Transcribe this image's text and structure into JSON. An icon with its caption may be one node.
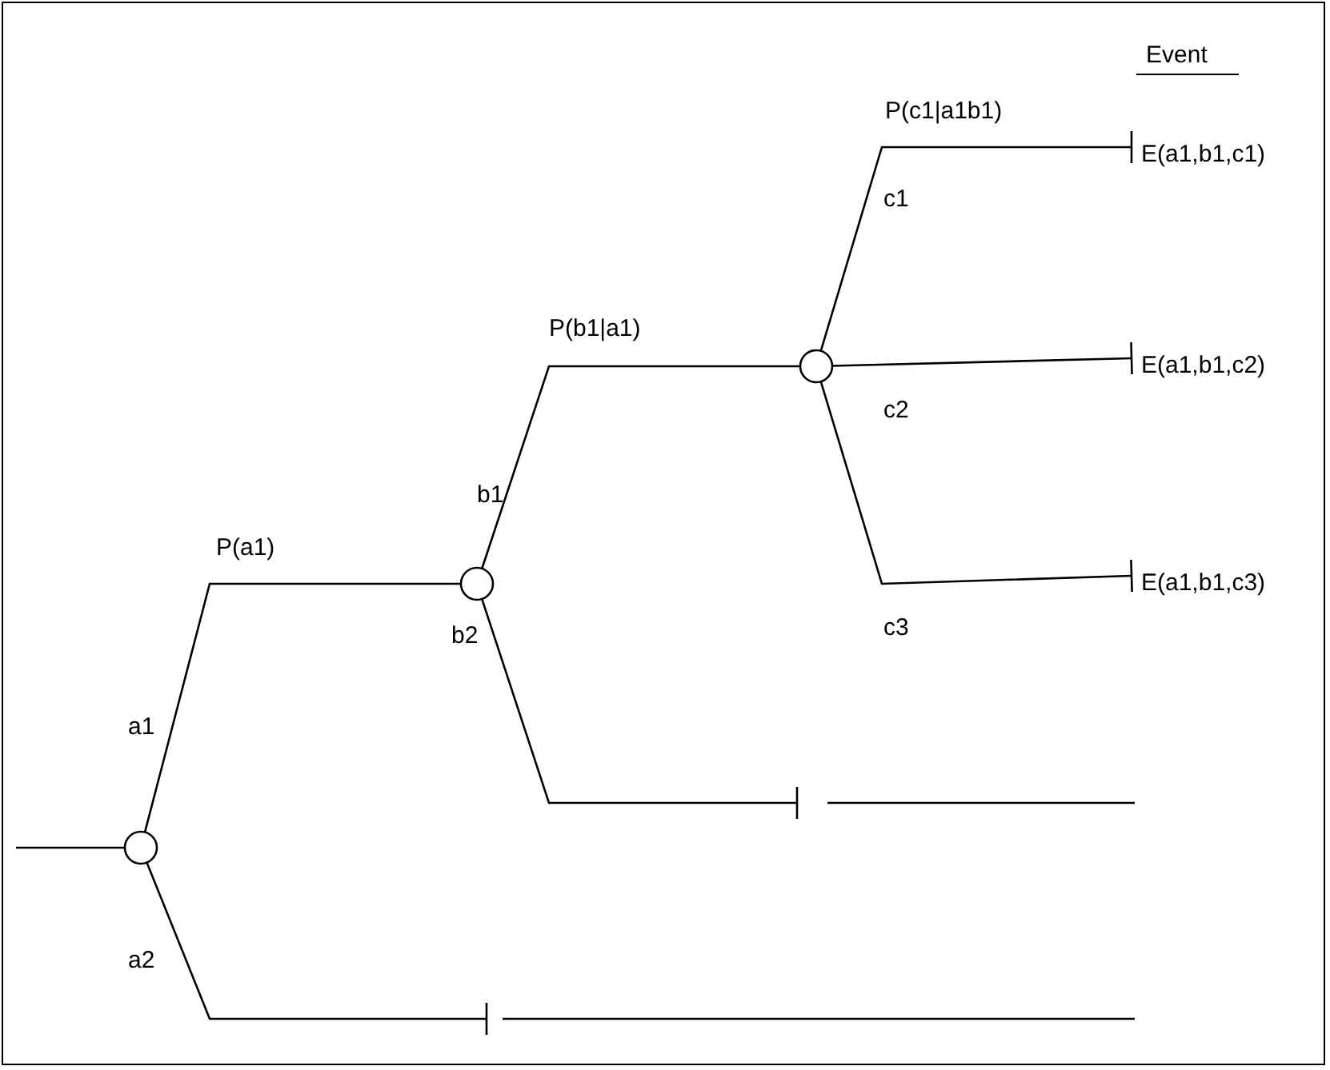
{
  "diagram": {
    "nodes": [
      {
        "text": [],
        "shape": "circle"
      },
      {
        "text": [],
        "shape": "circle"
      },
      {
        "text": [],
        "shape": "circle"
      },
      {
        "text": [
          "E(a1,b1,c1)"
        ]
      },
      {
        "text": [
          "E(a1,b1,c2)"
        ]
      },
      {
        "text": [
          "E(a1,b1,c3)"
        ]
      }
    ],
    "edges": [
      {
        "from": null,
        "to": 0,
        "arrow": "none"
      },
      {
        "from": 0,
        "to": 1,
        "arrow": "none",
        "label": "a1"
      },
      {
        "from": 0,
        "to": null,
        "arrow": "other",
        "label": "a2"
      },
      {
        "from": 1,
        "to": 2,
        "arrow": "none",
        "label": "b1"
      },
      {
        "from": 1,
        "to": null,
        "arrow": "other",
        "label": "b2"
      },
      {
        "from": 2,
        "to": 3,
        "arrow": "other",
        "label": "c1"
      },
      {
        "from": 2,
        "to": 4,
        "arrow": "other",
        "label": "c2"
      },
      {
        "from": 2,
        "to": 5,
        "arrow": "other",
        "label": "c3"
      }
    ],
    "labels": [
      "Event",
      "P(c1|a1b1)",
      "P(b1|a1)",
      "P(a1)"
    ]
  }
}
